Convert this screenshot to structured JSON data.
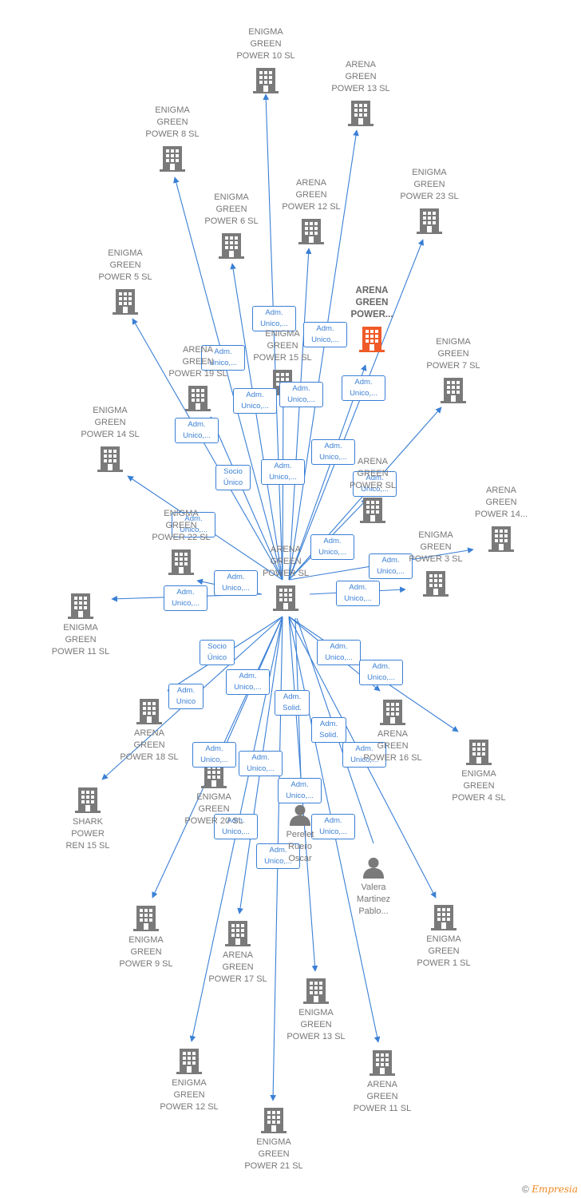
{
  "colors": {
    "edge": "#3a7fd5",
    "company": "#7a7a7a",
    "highlight": "#f05a28",
    "person": "#7a7a7a"
  },
  "center": {
    "label": "ARENA\nGREEN\nPOWER  SL"
  },
  "nodes": [
    {
      "id": "n0",
      "label": "ARENA\nGREEN\nPOWER  SL",
      "icon": "building-icon"
    },
    {
      "id": "n1",
      "label": "ENIGMA\nGREEN\nPOWER 10  SL",
      "icon": "building-icon"
    },
    {
      "id": "n2",
      "label": "ARENA\nGREEN\nPOWER 13  SL",
      "icon": "building-icon"
    },
    {
      "id": "n3",
      "label": "ENIGMA\nGREEN\nPOWER 8  SL",
      "icon": "building-icon"
    },
    {
      "id": "n4",
      "label": "ARENA\nGREEN\nPOWER 12  SL",
      "icon": "building-icon"
    },
    {
      "id": "n5",
      "label": "ENIGMA\nGREEN\nPOWER 23  SL",
      "icon": "building-icon"
    },
    {
      "id": "n6",
      "label": "ENIGMA\nGREEN\nPOWER 6  SL",
      "icon": "building-icon"
    },
    {
      "id": "n7",
      "label": "ARENA\nGREEN\nPOWER...",
      "icon": "building-icon",
      "highlight": true
    },
    {
      "id": "n8",
      "label": "ENIGMA\nGREEN\nPOWER 5  SL",
      "icon": "building-icon"
    },
    {
      "id": "n9",
      "label": "ENIGMA\nGREEN\nPOWER 15  SL",
      "icon": "building-icon"
    },
    {
      "id": "n10",
      "label": "ENIGMA\nGREEN\nPOWER 7  SL",
      "icon": "building-icon"
    },
    {
      "id": "n11",
      "label": "ARENA\nGREEN\nPOWER 19  SL",
      "icon": "building-icon"
    },
    {
      "id": "n12",
      "label": "ENIGMA\nGREEN\nPOWER 14  SL",
      "icon": "building-icon"
    },
    {
      "id": "n13",
      "label": "ARENA\nGREEN\nPOWER  SL",
      "icon": "building-icon"
    },
    {
      "id": "n14",
      "label": "ARENA\nGREEN\nPOWER 14...",
      "icon": "building-icon"
    },
    {
      "id": "n15",
      "label": "ENIGMA\nGREEN\nPOWER 22  SL",
      "icon": "building-icon"
    },
    {
      "id": "n16",
      "label": "ENIGMA\nGREEN\nPOWER 3  SL",
      "icon": "building-icon"
    },
    {
      "id": "n17",
      "label": "ENIGMA\nGREEN\nPOWER 11  SL",
      "icon": "building-icon"
    },
    {
      "id": "n18",
      "label": "ARENA\nGREEN\nPOWER 18  SL",
      "icon": "building-icon"
    },
    {
      "id": "n19",
      "label": "ARENA\nGREEN\nPOWER 16  SL",
      "icon": "building-icon"
    },
    {
      "id": "n20",
      "label": "ENIGMA\nGREEN\nPOWER 4  SL",
      "icon": "building-icon"
    },
    {
      "id": "n21",
      "label": "SHARK\nPOWER\nREN 15  SL",
      "icon": "building-icon"
    },
    {
      "id": "n22",
      "label": "ENIGMA\nGREEN\nPOWER 20  SL",
      "icon": "building-icon"
    },
    {
      "id": "n23",
      "label": "Perelet\nRuero\nOscar",
      "icon": "person-icon"
    },
    {
      "id": "n24",
      "label": "Valera\nMartinez\nPablo...",
      "icon": "person-icon"
    },
    {
      "id": "n25",
      "label": "ENIGMA\nGREEN\nPOWER 9  SL",
      "icon": "building-icon"
    },
    {
      "id": "n26",
      "label": "ARENA\nGREEN\nPOWER 17  SL",
      "icon": "building-icon"
    },
    {
      "id": "n27",
      "label": "ENIGMA\nGREEN\nPOWER 1  SL",
      "icon": "building-icon"
    },
    {
      "id": "n28",
      "label": "ENIGMA\nGREEN\nPOWER 13  SL",
      "icon": "building-icon"
    },
    {
      "id": "n29",
      "label": "ENIGMA\nGREEN\nPOWER 12  SL",
      "icon": "building-icon"
    },
    {
      "id": "n30",
      "label": "ARENA\nGREEN\nPOWER 11  SL",
      "icon": "building-icon"
    },
    {
      "id": "n31",
      "label": "ENIGMA\nGREEN\nPOWER 21  SL",
      "icon": "building-icon"
    }
  ],
  "edges": [
    {
      "from": "n0",
      "to": "n1",
      "label": "Adm.\nUnico,..."
    },
    {
      "from": "n0",
      "to": "n2",
      "label": "Adm.\nUnico,..."
    },
    {
      "from": "n0",
      "to": "n3",
      "label": "Adm.\nUnico,..."
    },
    {
      "from": "n0",
      "to": "n4",
      "label": "Adm.\nUnico,..."
    },
    {
      "from": "n0",
      "to": "n5",
      "label": "Adm.\nUnico,..."
    },
    {
      "from": "n0",
      "to": "n6",
      "label": "Adm.\nUnico,..."
    },
    {
      "from": "n0",
      "to": "n7",
      "label": "Adm.\nUnico,..."
    },
    {
      "from": "n0",
      "to": "n8",
      "label": "Adm.\nUnico,..."
    },
    {
      "from": "n0",
      "to": "n11",
      "label": "Socio\nÚnico"
    },
    {
      "from": "n0",
      "to": "n10",
      "label": "Adm.\nUnico,..."
    },
    {
      "from": "n0",
      "to": "n12",
      "label": "Adm.\nUnico,..."
    },
    {
      "from": "n0",
      "to": "n13",
      "label": "Adm.\nUnico,..."
    },
    {
      "from": "n0",
      "to": "n14",
      "label": "Adm.\nUnico,..."
    },
    {
      "from": "n0",
      "to": "n15",
      "label": "Adm.\nUnico,..."
    },
    {
      "from": "n0",
      "to": "n16",
      "label": "Adm.\nUnico,..."
    },
    {
      "from": "n0",
      "to": "n17",
      "label": "Adm.\nUnico,..."
    },
    {
      "from": "n0",
      "to": "n18",
      "label": "Adm.\nUnico"
    },
    {
      "from": "n0",
      "to": "n21",
      "label": "Socio\nÚnico"
    },
    {
      "from": "n0",
      "to": "n19",
      "label": "Adm.\nUnico,..."
    },
    {
      "from": "n0",
      "to": "n20",
      "label": "Adm.\nUnico,..."
    },
    {
      "from": "n0",
      "to": "n25",
      "label": "Adm.\nUnico,..."
    },
    {
      "from": "n0",
      "to": "n26",
      "label": "Adm.\nUnico,..."
    },
    {
      "from": "n0",
      "to": "n27",
      "label": "Adm.\nUnico,..."
    },
    {
      "from": "n0",
      "to": "n28",
      "label": "Adm.\nUnico,..."
    },
    {
      "from": "n0",
      "to": "n29",
      "label": "Adm.\nUnico,..."
    },
    {
      "from": "n0",
      "to": "n30",
      "label": "Adm.\nUnico,..."
    },
    {
      "from": "n0",
      "to": "n31",
      "label": "Adm.\nUnico,..."
    },
    {
      "from": "n23",
      "to": "n0",
      "label": "Adm.\nSolid."
    },
    {
      "from": "n24",
      "to": "n0",
      "label": "Adm.\nSolid."
    },
    {
      "from": "n0",
      "to": "n22",
      "label": "Adm.\nUnico,..."
    },
    {
      "from": "n0",
      "to": "n9",
      "label": "Adm.\nUnico,..."
    }
  ],
  "credit": {
    "symbol": "©",
    "brand": "Empresia"
  }
}
